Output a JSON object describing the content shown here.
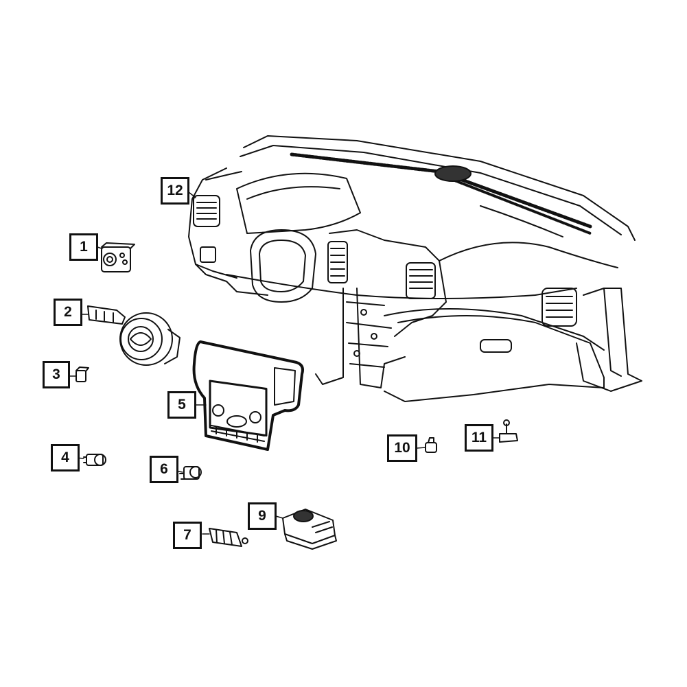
{
  "callouts": [
    {
      "id": "1",
      "label": "1"
    },
    {
      "id": "2",
      "label": "2"
    },
    {
      "id": "3",
      "label": "3"
    },
    {
      "id": "4",
      "label": "4"
    },
    {
      "id": "5",
      "label": "5"
    },
    {
      "id": "6",
      "label": "6"
    },
    {
      "id": "7",
      "label": "7"
    },
    {
      "id": "9",
      "label": "9"
    },
    {
      "id": "10",
      "label": "10"
    },
    {
      "id": "11",
      "label": "11"
    },
    {
      "id": "12",
      "label": "12"
    }
  ],
  "colors": {
    "line": "#111111",
    "background": "#ffffff"
  }
}
